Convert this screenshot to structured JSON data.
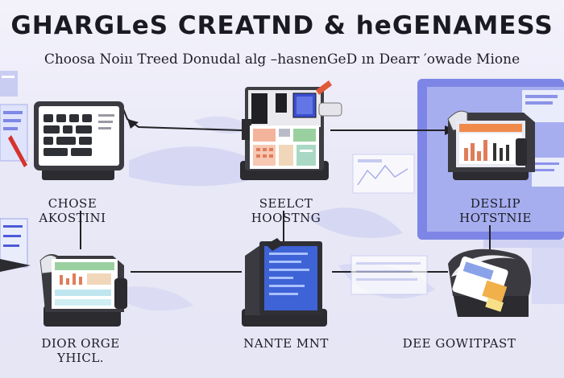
{
  "header": {
    "title": "GHARGLeS CREATND & heGENAMESS",
    "subtitle": "Choosa Noiıı Treed Donudal alg –hasnenGeD ın Dearr ′owade Mione"
  },
  "steps": [
    {
      "label": "CHOSE AKOSTINI"
    },
    {
      "label": "SEELCT HOOSTNG"
    },
    {
      "label": "DESLIP HOTSTNIE"
    },
    {
      "label": "DIOR ORGE YHICL."
    },
    {
      "label": "NANTE MNT"
    },
    {
      "label": "DEE GOWITPAST"
    }
  ],
  "colors": {
    "background": "#eceaf8",
    "accent": "#5b6fe0",
    "device_dark": "#2b2b30",
    "orange": "#f08a4b",
    "line": "#222226"
  }
}
